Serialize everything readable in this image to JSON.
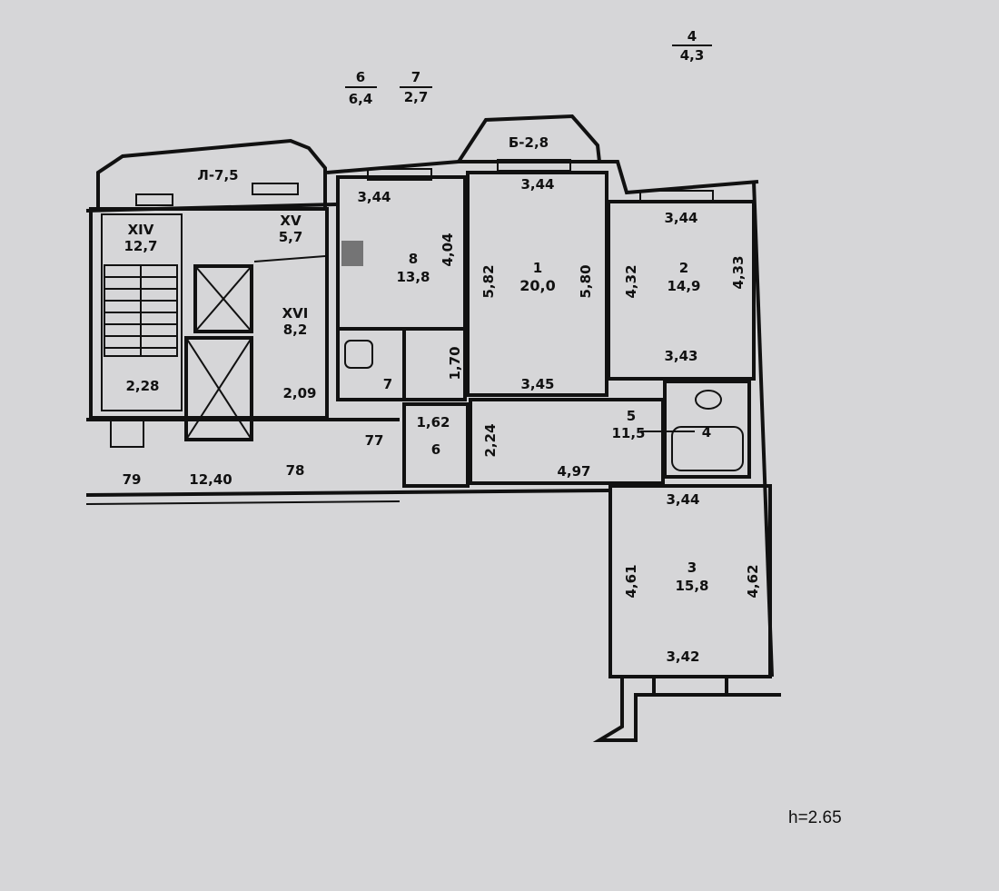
{
  "plan": {
    "ceiling_height": "h=2.65",
    "outside_labels": {
      "room6_num": "6",
      "room6_area": "6,4",
      "room7_num": "7",
      "room7_area": "2,7",
      "room4_num": "4",
      "room4_area": "4,3"
    },
    "balconies": {
      "loggia_left": "Л-7,5",
      "balcony_center": "Б-2,8"
    },
    "common": {
      "xiv_num": "XIV",
      "xiv_area": "12,7",
      "xiv_width": "2,28",
      "xv_num": "XV",
      "xv_area": "5,7",
      "xvi_num": "XVI",
      "xvi_area": "8,2",
      "xvi_width": "2,09",
      "corridor_79": "79",
      "corridor_length": "12,40",
      "corridor_78": "78",
      "door_77": "77"
    },
    "rooms": {
      "r8": {
        "num": "8",
        "area": "13,8",
        "top": "3,44",
        "side": "4,04"
      },
      "r7": {
        "num": "7",
        "side": "1,70"
      },
      "r6": {
        "num": "6",
        "width": "1,62"
      },
      "r1": {
        "num": "1",
        "area": "20,0",
        "top": "3,44",
        "left": "5,82",
        "right": "5,80",
        "bottom": "3,45"
      },
      "r2": {
        "num": "2",
        "area": "14,9",
        "top": "3,44",
        "left": "4,32",
        "right": "4,33",
        "bottom": "3,43"
      },
      "r5": {
        "num": "5",
        "area": "11,5",
        "side": "2,24",
        "length": "4,97"
      },
      "r4": {
        "num": "4"
      },
      "r3": {
        "num": "3",
        "area": "15,8",
        "top": "3,44",
        "left": "4,61",
        "right": "4,62",
        "bottom": "3,42"
      }
    }
  }
}
